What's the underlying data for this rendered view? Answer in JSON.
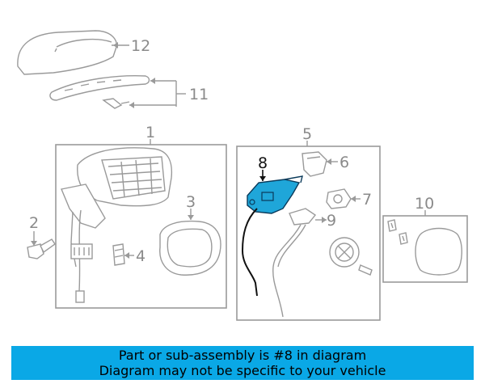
{
  "callouts": {
    "c1": "1",
    "c2": "2",
    "c3": "3",
    "c4": "4",
    "c5": "5",
    "c6": "6",
    "c7": "7",
    "c8": "8",
    "c9": "9",
    "c10": "10",
    "c11": "11",
    "c12": "12"
  },
  "highlight": {
    "part": "8",
    "color": "#1fa6d9"
  },
  "banner": {
    "line1": "Part or sub-assembly is #8 in diagram",
    "line2": "Diagram may not be specific to your vehicle",
    "color": "#0aa8e6"
  }
}
